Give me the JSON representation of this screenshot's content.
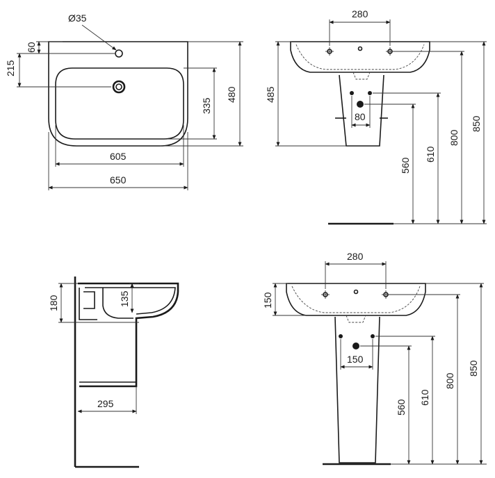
{
  "top_view": {
    "d_hole": "Ø35",
    "d60": "60",
    "d215": "215",
    "d335": "335",
    "d480": "480",
    "d605": "605",
    "d650": "650"
  },
  "front_half": {
    "d280": "280",
    "d485": "485",
    "d80": "80",
    "d560": "560",
    "d610": "610",
    "d800": "800",
    "d850": "850"
  },
  "side_view": {
    "d180": "180",
    "d135": "135",
    "d295": "295"
  },
  "front_full": {
    "d280": "280",
    "d150a": "150",
    "d150b": "150",
    "d560": "560",
    "d610": "610",
    "d800": "800",
    "d850": "850"
  }
}
